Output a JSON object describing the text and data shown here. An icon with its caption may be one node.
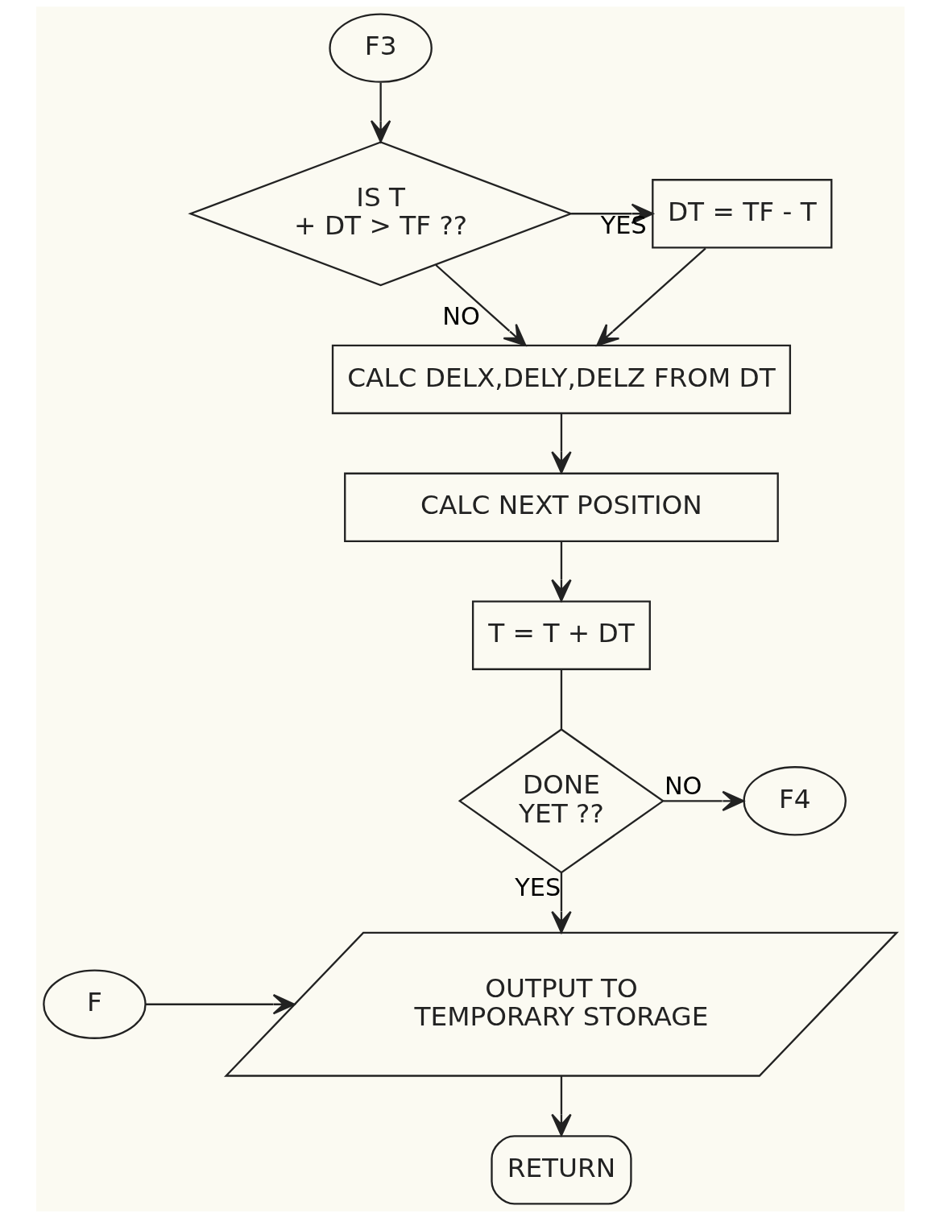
{
  "diagram": {
    "nodes": [
      {
        "text": [
          "F3"
        ]
      },
      {
        "text": [
          "IS T + DT > TF ??"
        ]
      },
      {
        "text": [
          "DT = TF - T"
        ]
      },
      {
        "text": [
          "CALC DELX,DELY,DELZ FROM DT"
        ]
      },
      {
        "text": [
          "CALC NEXT POSITION"
        ]
      },
      {
        "text": [
          "T = T + DT"
        ]
      },
      {
        "text": [
          "DONE YET ??"
        ]
      },
      {
        "text": [
          "F4"
        ]
      },
      {
        "text": [
          "OUTPUT TO TEMPORARY STORAGE"
        ]
      },
      {
        "text": [
          "F"
        ]
      },
      {
        "text": [
          "RETURN"
        ]
      }
    ],
    "edges": [
      {
        "from": 0,
        "to": 1,
        "arrow": "to"
      },
      {
        "from": 1,
        "to": 2,
        "arrow": "to",
        "label": "YES"
      },
      {
        "from": 1,
        "to": 3,
        "arrow": "to",
        "label": "NO"
      },
      {
        "from": 2,
        "to": 3,
        "arrow": "to"
      },
      {
        "from": 3,
        "to": 4,
        "arrow": "to"
      },
      {
        "from": 4,
        "to": 5,
        "arrow": "to"
      },
      {
        "from": 5,
        "to": 6,
        "arrow": "none"
      },
      {
        "from": 6,
        "to": 7,
        "arrow": "to",
        "label": "NO"
      },
      {
        "from": 6,
        "to": 8,
        "arrow": "to",
        "label": "YES"
      },
      {
        "from": 9,
        "to": 8,
        "arrow": "to"
      },
      {
        "from": 8,
        "to": 10,
        "arrow": "to"
      }
    ]
  }
}
